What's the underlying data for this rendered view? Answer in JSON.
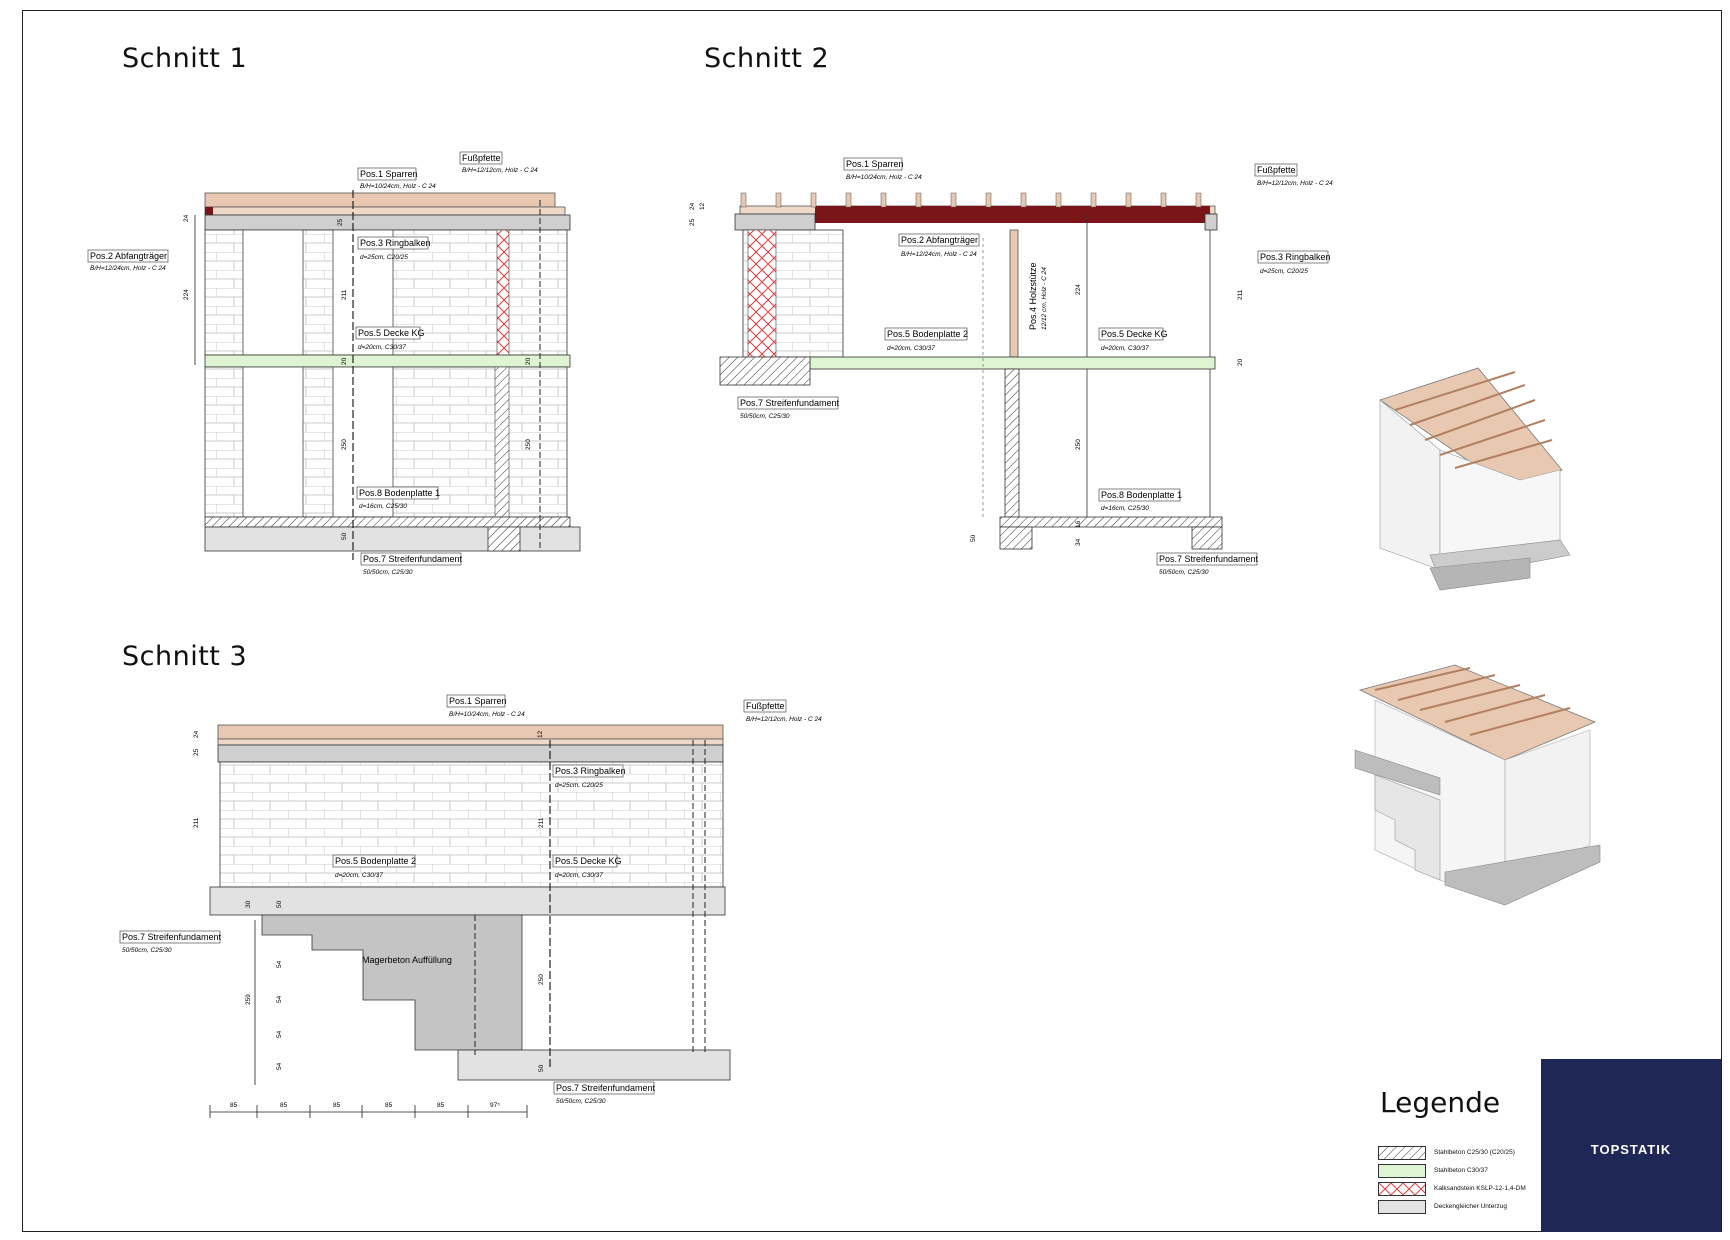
{
  "headings": {
    "schnitt1": "Schnitt 1",
    "schnitt2": "Schnitt 2",
    "schnitt3": "Schnitt 3"
  },
  "s1": {
    "sparren_title": "Pos.1 Sparren",
    "sparren_sub": "B/H=10/24cm, Holz - C 24",
    "fusspfette_title": "Fußpfette",
    "fusspfette_sub": "B/H=12/12cm, Holz - C 24",
    "abfang_title": "Pos.2 Abfangträger",
    "abfang_sub": "B/H=12/24cm, Holz - C 24",
    "ring_title": "Pos.3 Ringbalken",
    "ring_sub": "d=25cm, C20/25",
    "decke_title": "Pos.5 Decke KG",
    "decke_sub": "d=20cm, C30/37",
    "boden_title": "Pos.8 Bodenplatte 1",
    "boden_sub": "d=16cm, C25/30",
    "streifen_title": "Pos.7 Streifenfundament",
    "streifen_sub": "50/50cm, C25/30",
    "dims": [
      "24",
      "25",
      "224",
      "211",
      "20",
      "20",
      "250",
      "250",
      "50"
    ]
  },
  "s2": {
    "sparren_title": "Pos.1 Sparren",
    "sparren_sub": "B/H=10/24cm, Holz - C 24",
    "fusspfette_title": "Fußpfette",
    "fusspfette_sub": "B/H=12/12cm, Holz - C 24",
    "abfang_title": "Pos.2 Abfangträger",
    "abfang_sub": "B/H=12/24cm, Holz - C 24",
    "ring_title": "Pos.3 Ringbalken",
    "ring_sub": "d=25cm, C20/25",
    "holz_title": "Pos.4 Holzstütze",
    "holz_sub": "12/12 cm, Holz - C 24",
    "boden2_title": "Pos.5 Bodenplatte 2",
    "boden2_sub": "d=20cm, C30/37",
    "decke_title": "Pos.5 Decke KG",
    "decke_sub": "d=20cm, C30/37",
    "streifen_a_title": "Pos.7 Streifenfundament",
    "streifen_a_sub": "50/50cm, C25/30",
    "boden_title": "Pos.8 Bodenplatte 1",
    "boden_sub": "d=16cm, C25/30",
    "streifen_b_title": "Pos.7 Streifenfundament",
    "streifen_b_sub": "50/50cm, C25/30",
    "dims": [
      "24",
      "12",
      "25",
      "224",
      "211",
      "20",
      "250",
      "50",
      "34",
      "16"
    ]
  },
  "s3": {
    "sparren_title": "Pos.1 Sparren",
    "sparren_sub": "B/H=10/24cm, Holz - C 24",
    "fusspfette_title": "Fußpfette",
    "fusspfette_sub": "B/H=12/12cm, Holz - C 24",
    "ring_title": "Pos.3 Ringbalken",
    "ring_sub": "d=25cm, C20/25",
    "boden2_title": "Pos.5 Bodenplatte 2",
    "boden2_sub": "d=20cm, C30/37",
    "decke_title": "Pos.5 Decke KG",
    "decke_sub": "d=20cm, C30/37",
    "streifen_a_title": "Pos.7 Streifenfundament",
    "streifen_a_sub": "50/50cm, C25/30",
    "mager_title": "Magerbeton Auffüllung",
    "streifen_b_title": "Pos.7 Streifenfundament",
    "streifen_b_sub": "50/50cm, C25/30",
    "dims": [
      "24",
      "12",
      "25",
      "211",
      "211",
      "30",
      "50",
      "54",
      "54",
      "54",
      "54",
      "259",
      "250",
      "50"
    ],
    "bottom_dims": [
      "85",
      "85",
      "85",
      "85",
      "85",
      "97⁵"
    ]
  },
  "legend": {
    "title": "Legende",
    "items": [
      {
        "label": "Stahlbeton C25/30 (C20/25)",
        "swatch": "hatch"
      },
      {
        "label": "Stahlbeton C30/37",
        "swatch": "#dff4d3"
      },
      {
        "label": "Kalksandstein KSLP-12-1,4-DM",
        "swatch": "crosshatch"
      },
      {
        "label": "Deckengleicher Unterzug",
        "swatch": "#e2e2e2"
      }
    ]
  },
  "logo": "TOPSTATIK",
  "colors": {
    "timber": "#e8c8b0",
    "beam_red": "#7a1418",
    "slab_green": "#dff4d3",
    "grey_beam": "#cfcfcf",
    "logo_bg": "#1f2756"
  }
}
